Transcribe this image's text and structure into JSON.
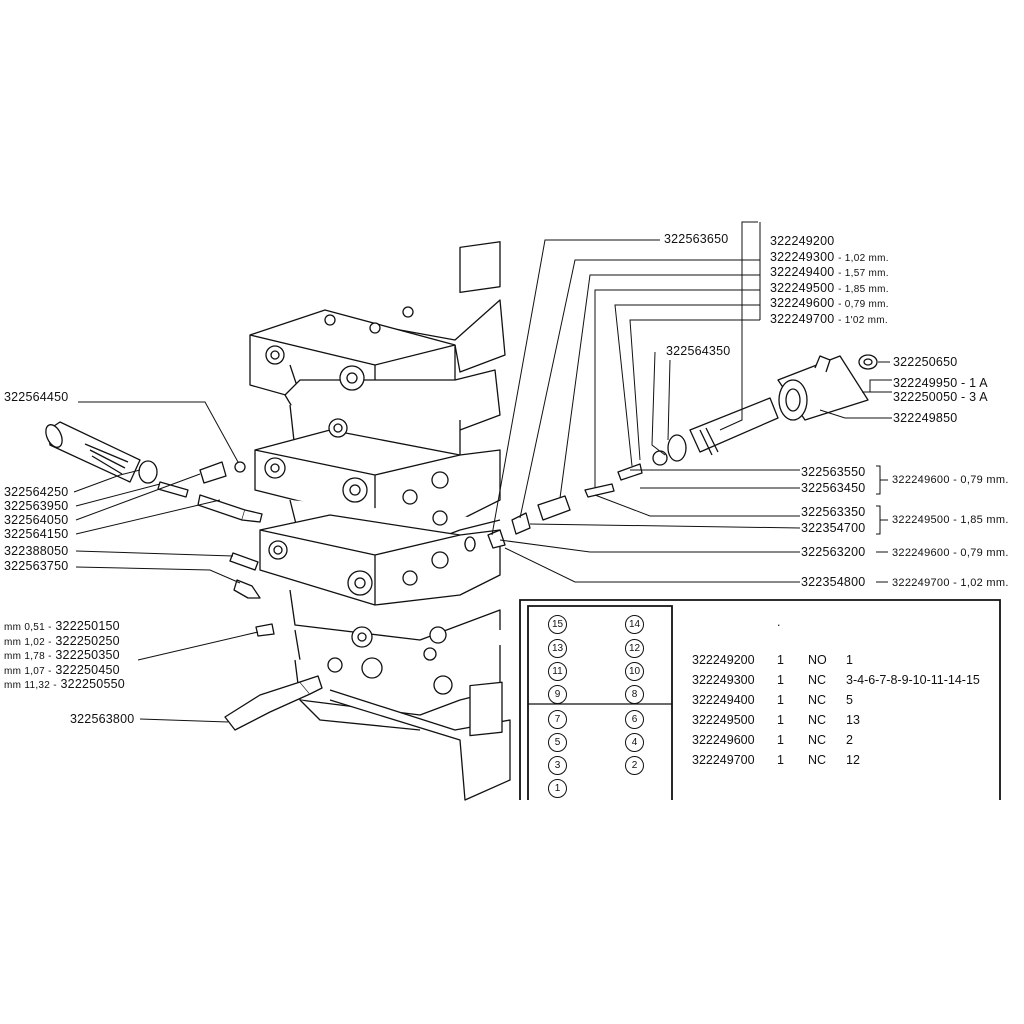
{
  "left_labels": {
    "l1": "322564450",
    "l2": "322564250",
    "l3": "322563950",
    "l4": "322564050",
    "l5": "322564150",
    "l6": "322388050",
    "l7": "322563750",
    "l8": "322563800"
  },
  "sizes": [
    {
      "mm": "mm 0,51 -",
      "code": "322250150"
    },
    {
      "mm": "mm 1,02 -",
      "code": "322250250"
    },
    {
      "mm": "mm 1,78 -",
      "code": "322250350"
    },
    {
      "mm": "mm 1,07 -",
      "code": "322250450"
    },
    {
      "mm": "mm 11,32 -",
      "code": "322250550"
    }
  ],
  "top_labels": {
    "t1": "322563650",
    "t2": "322564350"
  },
  "valve_list": [
    {
      "code": "322249200",
      "suffix": ""
    },
    {
      "code": "322249300",
      "suffix": "- 1,02 mm."
    },
    {
      "code": "322249400",
      "suffix": "- 1,57 mm."
    },
    {
      "code": "322249500",
      "suffix": "- 1,85 mm."
    },
    {
      "code": "322249600",
      "suffix": "- 0,79 mm."
    },
    {
      "code": "322249700",
      "suffix": "- 1'02 mm."
    }
  ],
  "coil_labels": {
    "c1": "322250650",
    "c2": "322249950 - 1 A",
    "c3": "322250050 - 3 A",
    "c4": "322249850"
  },
  "right_labels": {
    "r1": "322563550",
    "r2": "322563450",
    "r3": "322563350",
    "r4": "322354700",
    "r5": "322563200",
    "r6": "322354800"
  },
  "right_results": {
    "g1": "322249600 - 0,79 mm.",
    "g2": "322249500 - 1,85 mm.",
    "g3": "322249600 - 0,79 mm.",
    "g4": "322249700 - 1,02 mm."
  },
  "position_numbers": [
    "15",
    "14",
    "13",
    "12",
    "11",
    "10",
    "9",
    "8",
    "7",
    "6",
    "5",
    "4",
    "3",
    "2",
    "1"
  ],
  "table_dot": ".",
  "table_rows": [
    {
      "code": "322249200",
      "qty": "1",
      "type": "NO",
      "pos": "1"
    },
    {
      "code": "322249300",
      "qty": "1",
      "type": "NC",
      "pos": "3-4-6-7-8-9-10-11-14-15"
    },
    {
      "code": "322249400",
      "qty": "1",
      "type": "NC",
      "pos": "5"
    },
    {
      "code": "322249500",
      "qty": "1",
      "type": "NC",
      "pos": "13"
    },
    {
      "code": "322249600",
      "qty": "1",
      "type": "NC",
      "pos": "2"
    },
    {
      "code": "322249700",
      "qty": "1",
      "type": "NC",
      "pos": "12"
    }
  ]
}
